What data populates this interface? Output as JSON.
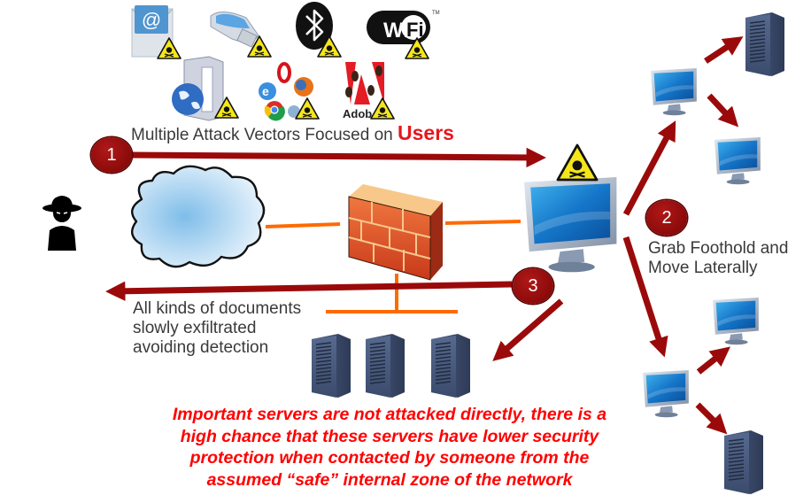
{
  "diagram": {
    "title": "Multiple Attack Vectors Focused on Users",
    "attack_vectors": {
      "caption_prefix": "Multiple Attack Vectors Focused on ",
      "caption_highlight": "Users",
      "icons": [
        {
          "name": "email",
          "label": "@",
          "warning": true
        },
        {
          "name": "usb-drive",
          "warning": true
        },
        {
          "name": "bluetooth",
          "warning": true
        },
        {
          "name": "wifi",
          "label": "WiFi",
          "warning": true
        },
        {
          "name": "web-server",
          "warning": true
        },
        {
          "name": "web-browsers",
          "warning": true
        },
        {
          "name": "adobe-reader",
          "label": "Adobe",
          "warning": true
        }
      ]
    },
    "steps": [
      {
        "number": "1",
        "description": "Multiple Attack Vectors Focused on Users"
      },
      {
        "number": "2",
        "description": "Grab Foothold and Move Laterally"
      },
      {
        "number": "3",
        "description": "All kinds of documents slowly exfiltrated avoiding detection"
      }
    ],
    "lateral_caption": [
      "Grab Foothold and",
      "Move Laterally"
    ],
    "exfil_caption": [
      "All kinds of documents",
      "slowly exfiltrated",
      "avoiding detection"
    ],
    "nodes": {
      "attacker": "attacker",
      "internet": "cloud",
      "firewall": "firewall",
      "victim": "compromised-workstation",
      "internal_servers": 3,
      "lateral_workstations": 4,
      "lateral_servers": 2
    },
    "note_lines": [
      "Important servers are not attacked directly, there is a",
      "high chance that these servers have lower security",
      "protection when contacted by someone from the",
      "assumed “safe” internal zone of the network"
    ],
    "colors": {
      "arrow": "#9b0a0a",
      "link": "#ff6a00",
      "note": "#ff0000",
      "highlight": "#e8161c",
      "text": "#3a3a3a"
    }
  }
}
